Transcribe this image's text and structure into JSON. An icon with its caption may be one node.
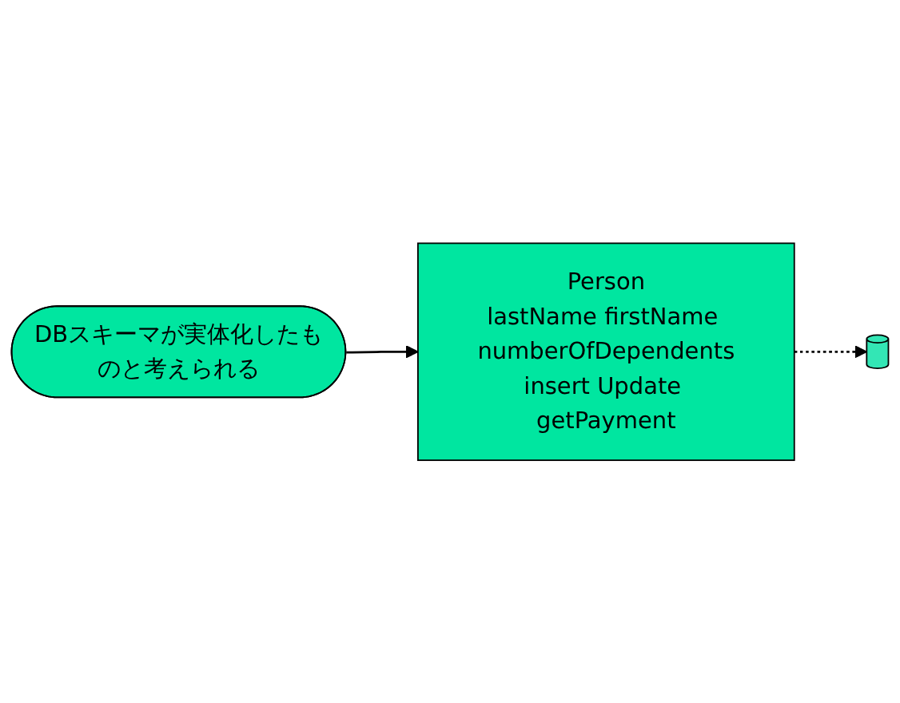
{
  "diagram": {
    "nodes": [
      {
        "text": [
          "Person",
          "lastName firstName numberOfDependents",
          "insert Update getPayment"
        ]
      },
      {
        "text": [],
        "shape": "cylinder"
      },
      {
        "text": [
          "DBスキーマが実体化したものと考えられる"
        ]
      }
    ],
    "edges": [
      {
        "from": 0,
        "to": 1,
        "arrow": "to",
        "style": "dashed"
      },
      {
        "from": 2,
        "to": 0,
        "arrow": "to"
      }
    ]
  }
}
